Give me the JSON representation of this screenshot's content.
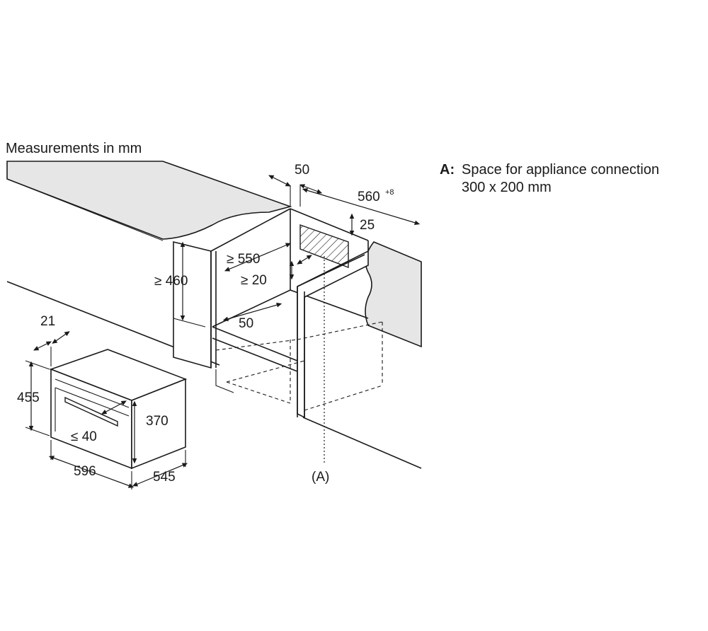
{
  "title": "Measurements in mm",
  "legend": {
    "key": "A:",
    "line1": "Space for appliance connection",
    "line2": "300 x 200 mm"
  },
  "dimensions": {
    "d_50_top": "50",
    "d_560": "560",
    "d_560_tol": "+8",
    "d_25": "25",
    "d_550": "≥ 550",
    "d_20": "≥ 20",
    "d_460": "≥ 460",
    "d_50_floor": "50",
    "d_21": "21",
    "d_455": "455",
    "d_370": "370",
    "d_40": "≤ 40",
    "d_596": "596",
    "d_545": "545",
    "marker_a": "(A)"
  }
}
